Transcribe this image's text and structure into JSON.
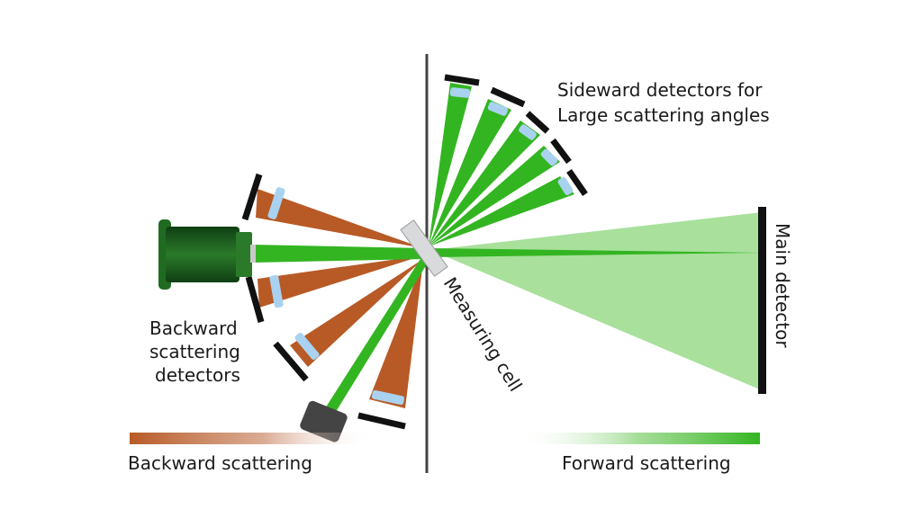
{
  "labels": {
    "sideward_line1": "Sideward detectors for",
    "sideward_line2": "Large scattering angles",
    "main_detector": "Main detector",
    "measuring_cell": "Measuring cell",
    "backward_line1": "Backward",
    "backward_line2": "scattering",
    "backward_line3": "detectors",
    "backward_scattering": "Backward scattering",
    "forward_scattering": "Forward scattering"
  },
  "colors": {
    "green": "#33b521",
    "light_green": "#a8e09c",
    "brown": "#b85a26",
    "lens": "#a9d2f0",
    "detector": "#111111",
    "laser_dark": "#0f3f12",
    "laser_mid": "#1f6b22",
    "cell": "#d9dadc",
    "divider": "#444444"
  },
  "icons": {
    "laser": "laser-source-icon",
    "sensor": "sensor-icon"
  }
}
